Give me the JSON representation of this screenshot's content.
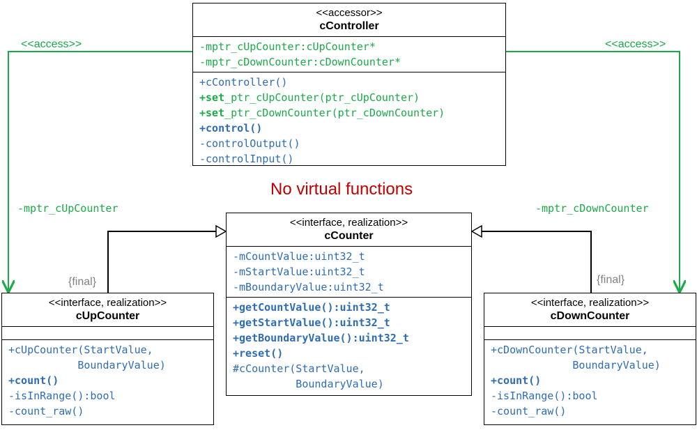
{
  "note": "No virtual functions",
  "labels": {
    "access_left": "<<access>>",
    "access_right": "<<access>>",
    "role_left": "-mptr_cUpCounter",
    "role_right": "-mptr_cDownCounter",
    "final_left": "{final}",
    "final_right": "{final}"
  },
  "classes": {
    "controller": {
      "stereotype": "<<accessor>>",
      "name": "cController",
      "attributes": [
        "-mptr_cUpCounter:cUpCounter*",
        "-mptr_cDownCounter:cDownCounter*"
      ],
      "op_constructor": "+cController()",
      "op_set_up_kw": "+set",
      "op_set_up_rest": "_ptr_cUpCounter(ptr_cUpCounter)",
      "op_set_down_kw": "+set",
      "op_set_down_rest": "_ptr_cDownCounter(ptr_cDownCounter)",
      "op_control": "+control()",
      "op_output": "-controlOutput()",
      "op_input": "-controlInput()"
    },
    "counter": {
      "stereotype": "<<interface, realization>>",
      "name": "cCounter",
      "attributes": [
        "-mCountValue:uint32_t",
        "-mStartValue:uint32_t",
        "-mBoundaryValue:uint32_t"
      ],
      "ops_public": [
        "+getCountValue():uint32_t",
        "+getStartValue():uint32_t",
        "+getBoundaryValue():uint32_t",
        "+reset()"
      ],
      "op_protected_1": "#cCounter(StartValue,",
      "op_protected_2": "          BoundaryValue)"
    },
    "up": {
      "stereotype": "<<interface, realization>>",
      "name": "cUpCounter",
      "op_ctor_1": "+cUpCounter(StartValue,",
      "op_ctor_2": "           BoundaryValue)",
      "op_count": "+count()",
      "op_range": "-isInRange():bool",
      "op_raw": "-count_raw()"
    },
    "down": {
      "stereotype": "<<interface, realization>>",
      "name": "cDownCounter",
      "op_ctor_1": "+cDownCounter(StartValue,",
      "op_ctor_2": "             BoundaryValue)",
      "op_count": "+count()",
      "op_range": "-isInRange():bool",
      "op_raw": "-count_raw()"
    }
  },
  "colors": {
    "access": "#1aaa47",
    "member": "#2e6db4",
    "note": "#c00000",
    "final": "#808080"
  }
}
